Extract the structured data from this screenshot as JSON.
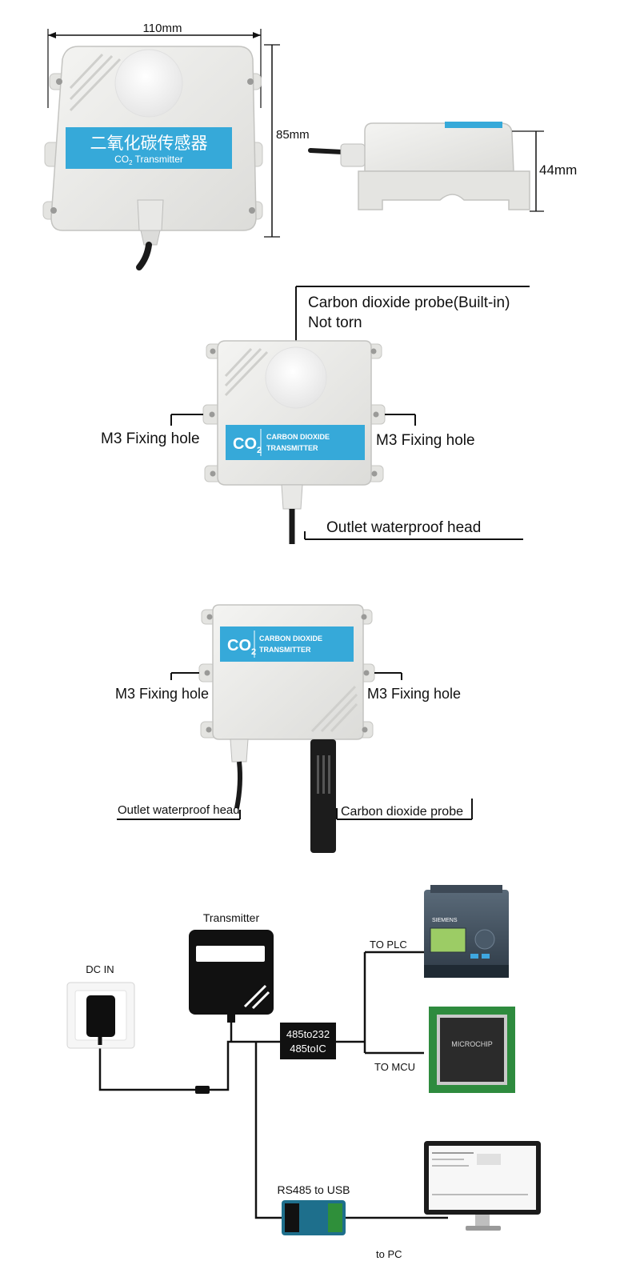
{
  "dimensions": {
    "width_label": "110mm",
    "height_label": "85mm",
    "depth_label": "44mm"
  },
  "front_panel": {
    "chinese_title": "二氧化碳传感器",
    "co2_prefix": "CO",
    "co2_sub": "2",
    "transmitter_suffix": " Transmitter"
  },
  "panel2": {
    "probe_line1": "Carbon dioxide probe(Built-in)",
    "probe_line2": "Not torn",
    "left_hole": "M3 Fixing hole",
    "right_hole": "M3 Fixing hole",
    "outlet": "Outlet waterproof head"
  },
  "device_badge": {
    "co": "CO",
    "sub": "2",
    "line1": "CARBON DIOXIDE",
    "line2": "TRANSMITTER"
  },
  "panel3": {
    "left_hole": "M3 Fixing hole",
    "right_hole": "M3 Fixing hole",
    "outlet": "Outlet waterproof head",
    "probe": "Carbon dioxide probe"
  },
  "wiring": {
    "transmitter": "Transmitter",
    "dc_in": "DC IN",
    "converter_line1": "485to232",
    "converter_line2": "485toIC",
    "to_plc": "TO PLC",
    "to_mcu": "TO MCU",
    "rs485_usb": "RS485 to USB",
    "to_pc": "to PC",
    "plc_brand": "SIEMENS",
    "chip_brand": "MICROCHIP"
  },
  "colors": {
    "badge_blue": "#36a9d9",
    "housing": "#ececea",
    "line": "#111111"
  }
}
